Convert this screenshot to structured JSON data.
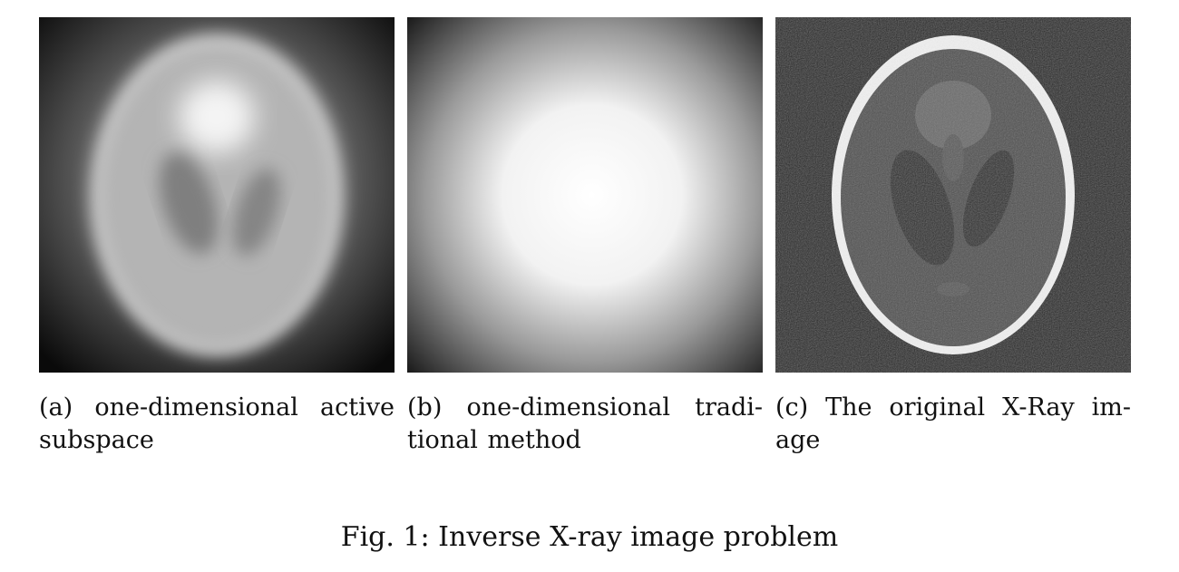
{
  "panels": [
    {
      "id": "a",
      "caption_line1": "(a)  one-dimensional  active",
      "caption_line2": "subspace"
    },
    {
      "id": "b",
      "caption_line1": "(b)  one-dimensional  tradi-",
      "caption_line2": "tional method"
    },
    {
      "id": "c",
      "caption_line1": "(c) The original X-Ray im-",
      "caption_line2": "age"
    }
  ],
  "figure_caption": "Fig. 1: Inverse X-ray image problem"
}
